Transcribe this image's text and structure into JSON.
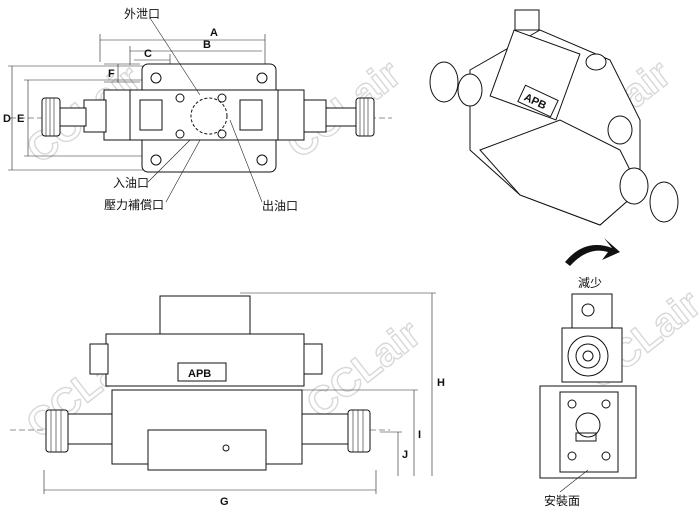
{
  "labels": {
    "drain_port": "外泄口",
    "inlet_port": "入油口",
    "pressure_comp_port": "壓力補償口",
    "outlet_port": "出油口",
    "reduce": "減少",
    "mount_face": "安裝面",
    "brand_plate_top": "APB",
    "brand_plate_side": "APB"
  },
  "dimensions": {
    "A": "A",
    "B": "B",
    "C": "C",
    "D": "D",
    "E": "E",
    "F": "F",
    "G": "G",
    "H": "H",
    "I": "I",
    "J": "J"
  },
  "watermark": "CCLair"
}
